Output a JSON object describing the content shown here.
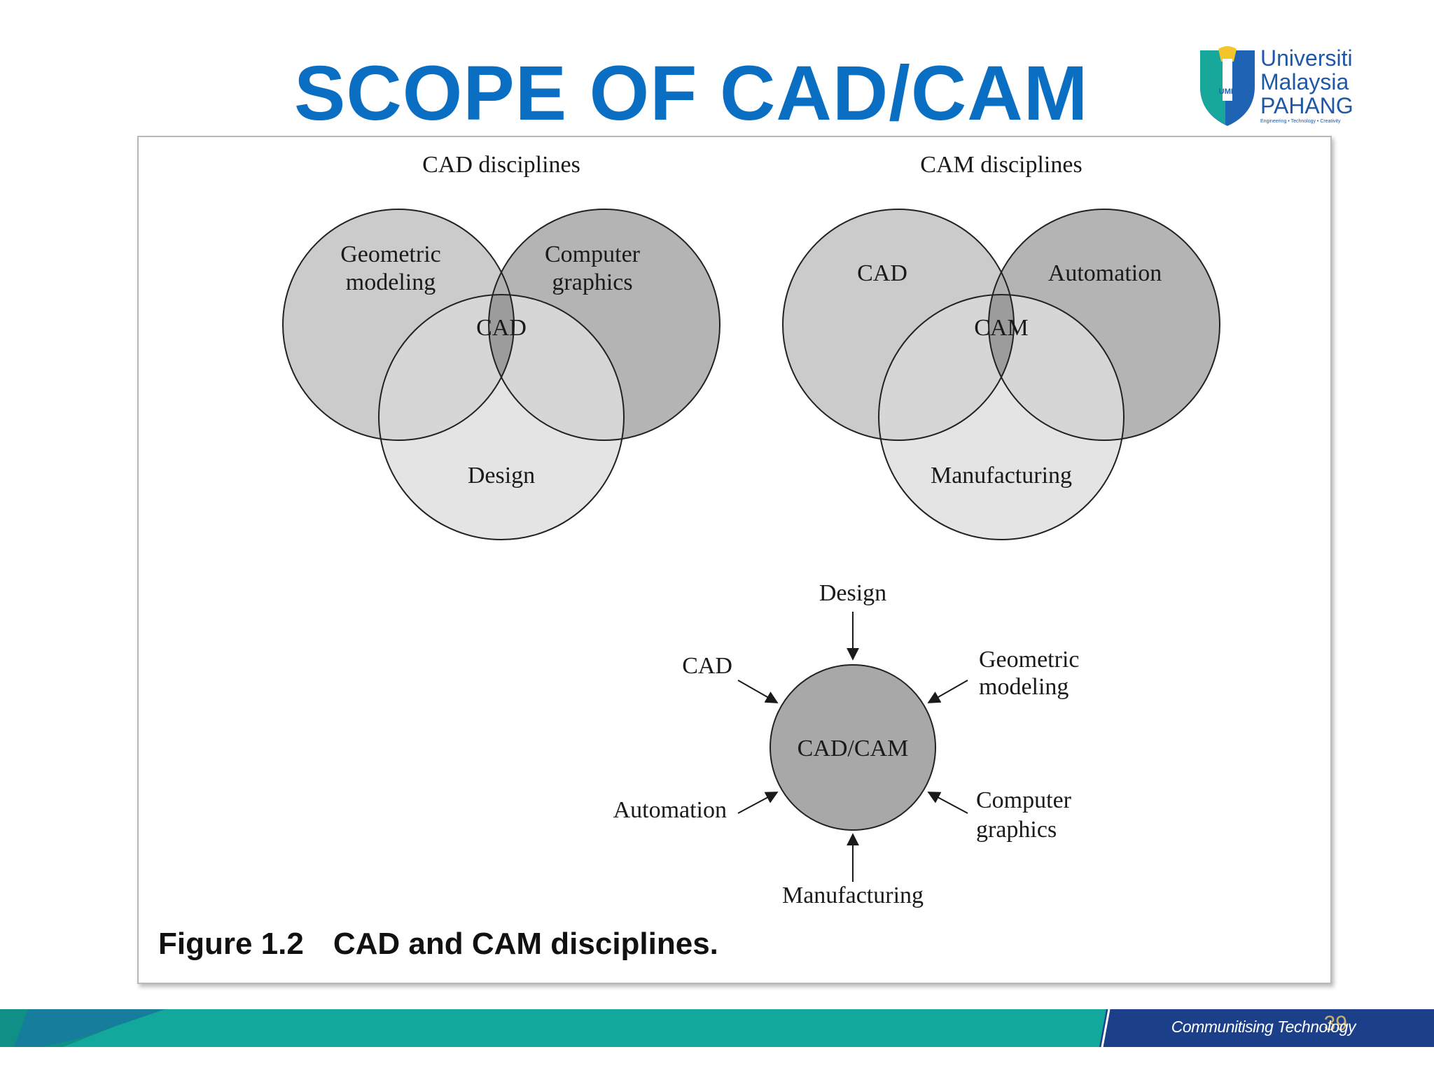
{
  "slide": {
    "title": "SCOPE OF CAD/CAM",
    "page_number": "39",
    "footer_text": "Communitising Technology"
  },
  "logo": {
    "line1": "Universiti",
    "line2": "Malaysia",
    "line3": "PAHANG",
    "badge": "UMP",
    "tagline": "Engineering • Technology • Creativity"
  },
  "figure": {
    "caption_number": "Figure 1.2",
    "caption_text": "CAD and CAM disciplines.",
    "cad_venn": {
      "title": "CAD disciplines",
      "circle_a_line1": "Geometric",
      "circle_a_line2": "modeling",
      "circle_b_line1": "Computer",
      "circle_b_line2": "graphics",
      "circle_c": "Design",
      "center": "CAD"
    },
    "cam_venn": {
      "title": "CAM disciplines",
      "circle_a": "CAD",
      "circle_b": "Automation",
      "circle_c": "Manufacturing",
      "center": "CAM"
    },
    "hub": {
      "center": "CAD/CAM",
      "top": "Design",
      "bottom": "Manufacturing",
      "upper_left": "CAD",
      "lower_left": "Automation",
      "upper_right_line1": "Geometric",
      "upper_right_line2": "modeling",
      "lower_right_line1": "Computer",
      "lower_right_line2": "graphics"
    }
  },
  "colors": {
    "title_blue": "#0a6fc2",
    "footer_teal": "#12a89c",
    "footer_navy": "#1c3f8a",
    "venn_light": "#e4e4e4",
    "venn_mid": "#cbcbcb",
    "venn_dark": "#b4b4b4",
    "venn_center": "#9c9c9c"
  }
}
